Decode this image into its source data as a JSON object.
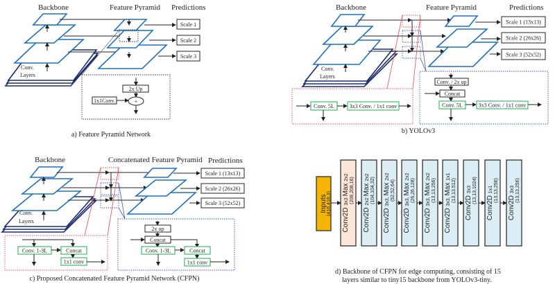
{
  "panel_a": {
    "headers": {
      "backbone": "Backbone",
      "pyramid": "Feature Pyramid",
      "predictions": "Predictions"
    },
    "conv_layers": [
      "Conv.",
      "Layers"
    ],
    "scales": [
      "Scale 1",
      "Scale 2",
      "Scale 3"
    ],
    "detail": {
      "upsample": "2x Up",
      "conv": "1x1Conv.",
      "add": "+"
    },
    "caption": "a) Feature Pyramid Network"
  },
  "panel_b": {
    "headers": {
      "backbone": "Backbone",
      "pyramid": "Feature Pyramid",
      "predictions": "Predictions"
    },
    "conv_layers": [
      "Conv.",
      "Layers"
    ],
    "scales": [
      "Scale 1 (13x13)",
      "Scale 2 (26x26)",
      "Scale 3 (52x52)"
    ],
    "red_detail": {
      "conv5l": "Conv. 5L",
      "head": "3x3 Conv. / 1x1 conv"
    },
    "blue_detail": {
      "convup": "Conv. / 2x up",
      "concat": "Concat",
      "conv5l": "Conv. 5L",
      "head": "3x3 Conv. / 1x1 conv"
    },
    "caption": "b) YOLOv3"
  },
  "panel_c": {
    "headers": {
      "backbone": "Backbone",
      "pyramid": "Concatenated Feature Pyramid",
      "predictions": "Predictions"
    },
    "conv_layers": [
      "Conv.",
      "Layers"
    ],
    "scales": [
      "Scale 1 (13x13)",
      "Scale 2 (26x26)",
      "Scale 3 (52x52)"
    ],
    "red_detail": {
      "conv": "Conv. 1-3L",
      "concat": "Concat",
      "head": "1x1 conv"
    },
    "blue_detail": {
      "up": "2x up",
      "concat": "Concat",
      "conv": "Conv. 1-3L",
      "concat2": "Concat",
      "head": "1x1 conv"
    },
    "caption": "c) Proposed Concatenated Feature Pyramid Network (CFPN)"
  },
  "panel_d": {
    "input": {
      "name": "Inputs",
      "shape": "(416,416,3)"
    },
    "layers": [
      {
        "name": "Conv2D",
        "k": "3x3",
        "pool": "Max",
        "pk": "2x2",
        "shape": "(208,208,16)"
      },
      {
        "name": "Conv2D",
        "k": "2x2",
        "pool": "Max",
        "pk": "2x2",
        "shape": "(104,104,32)"
      },
      {
        "name": "Conv2D",
        "k": "3x3,",
        "pool": "Max",
        "pk": "2x2",
        "shape": "(52,52,64)"
      },
      {
        "name": "Conv2D",
        "k": "3x3,",
        "pool": "Max",
        "pk": "2x2",
        "shape": "(26,26,128)"
      },
      {
        "name": "Conv2D",
        "k": "3x3,",
        "pool": "Max",
        "pk": "2x2",
        "shape": "(13,13,256)"
      },
      {
        "name": "Conv2D",
        "k": "3x3,",
        "pool": "Max",
        "pk": "1x1",
        "shape": "(13,13,512)"
      },
      {
        "name": "Conv2D",
        "k": "3x3",
        "pool": "",
        "pk": "",
        "shape": "(13,13,1024)"
      },
      {
        "name": "Conv2D",
        "k": "1x1",
        "pool": "",
        "pk": "",
        "shape": "(13,13,256)"
      },
      {
        "name": "Conv2D",
        "k": "3x3",
        "pool": "",
        "pk": "",
        "shape": "(13,13,256)"
      }
    ],
    "caption_line1": "d) Backbone of CFPN for edge computing, consisting of 15",
    "caption_line2": "layers similar to tiny15 backbone from YOLOv3-tiny."
  }
}
